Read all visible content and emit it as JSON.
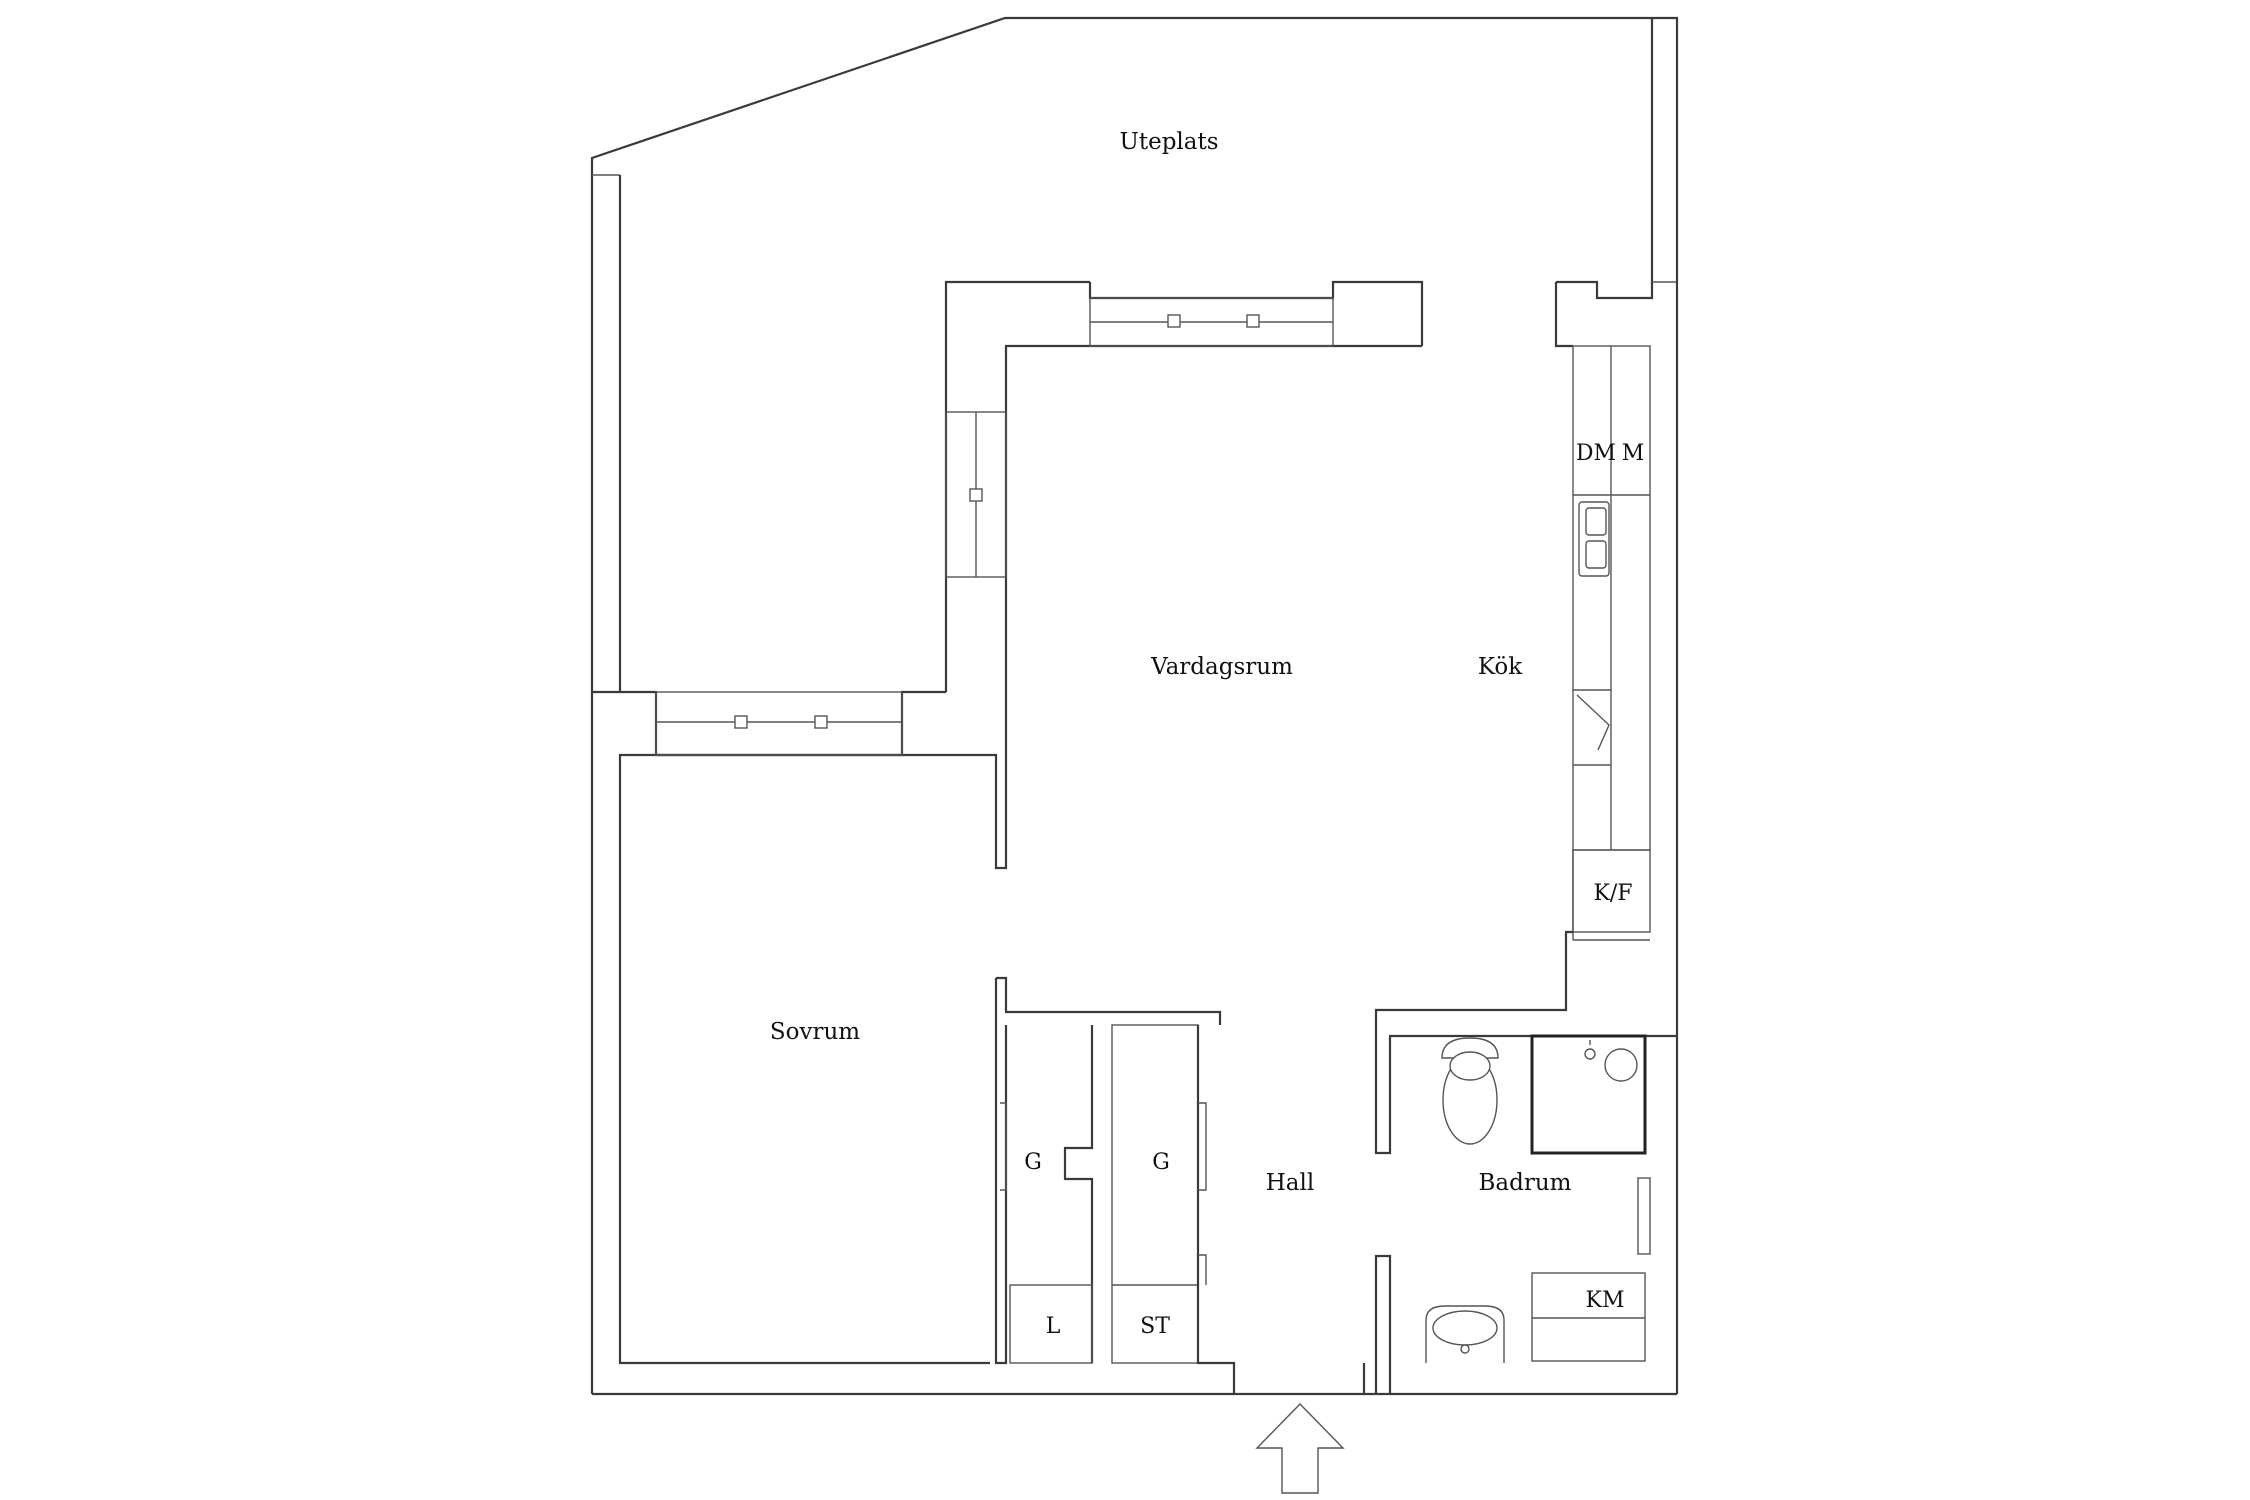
{
  "rooms": {
    "uteplats": "Uteplats",
    "vardagsrum": "Vardagsrum",
    "kok": "Kök",
    "sovrum": "Sovrum",
    "hall": "Hall",
    "badrum": "Badrum"
  },
  "fixtures": {
    "dm": "DM",
    "m": "M",
    "kf": "K/F",
    "g1": "G",
    "g2": "G",
    "l": "L",
    "st": "ST",
    "km": "KM"
  },
  "icons": {
    "entrance": "entrance-arrow-icon",
    "toilet": "toilet-icon",
    "sink": "sink-icon",
    "shower": "shower-icon",
    "kitchen_sink": "kitchen-sink-icon"
  }
}
